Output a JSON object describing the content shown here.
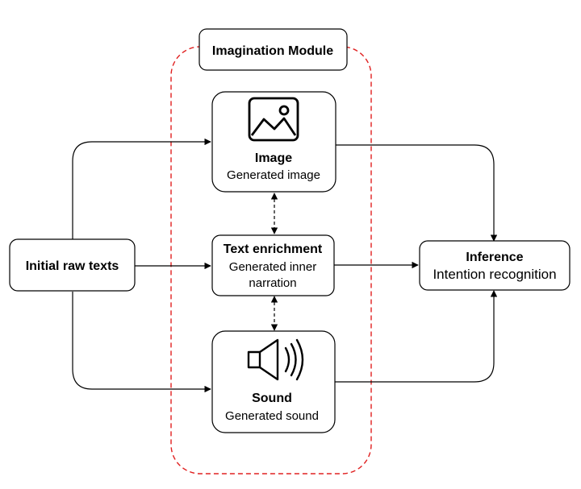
{
  "module": {
    "title": "Imagination Module",
    "border_color": "#e02020"
  },
  "nodes": {
    "input": {
      "title": "Initial raw texts"
    },
    "image": {
      "title": "Image",
      "subtitle": "Generated image",
      "icon": "image-icon"
    },
    "text": {
      "title": "Text enrichment",
      "subtitle_line1": "Generated inner",
      "subtitle_line2": "narration"
    },
    "sound": {
      "title": "Sound",
      "subtitle": "Generated sound",
      "icon": "speaker-icon"
    },
    "inference": {
      "title": "Inference",
      "subtitle": "Intention recognition"
    }
  }
}
